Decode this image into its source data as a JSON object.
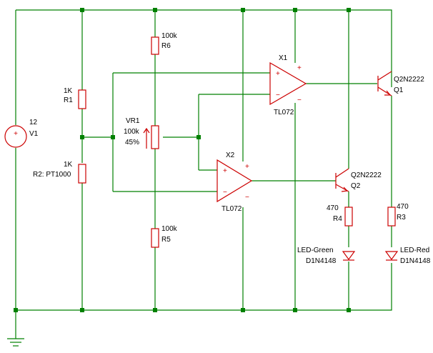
{
  "components": {
    "v1": {
      "value": "12",
      "ref": "V1",
      "plus": "+"
    },
    "r1": {
      "value": "1K",
      "ref": "R1"
    },
    "r2": {
      "value": "1K",
      "ref": "R2: PT1000"
    },
    "r6": {
      "value": "100k",
      "ref": "R6"
    },
    "r5": {
      "value": "100k",
      "ref": "R5"
    },
    "vr1": {
      "ref": "VR1",
      "value": "100k",
      "setting": "45%"
    },
    "x1": {
      "ref": "X1",
      "part": "TL072"
    },
    "x2": {
      "ref": "X2",
      "part": "TL072"
    },
    "q1": {
      "part": "Q2N2222",
      "ref": "Q1"
    },
    "q2": {
      "part": "Q2N2222",
      "ref": "Q2"
    },
    "r4": {
      "value": "470",
      "ref": "R4"
    },
    "r3": {
      "value": "470",
      "ref": "R3"
    },
    "led_green": {
      "name": "LED-Green",
      "part": "D1N4148"
    },
    "led_red": {
      "name": "LED-Red",
      "part": "D1N4148"
    }
  },
  "signs": {
    "plus": "+",
    "minus": "−"
  },
  "colors": {
    "wire": "#008000",
    "component": "#cc0000",
    "text": "#000000",
    "background": "#ffffff"
  }
}
